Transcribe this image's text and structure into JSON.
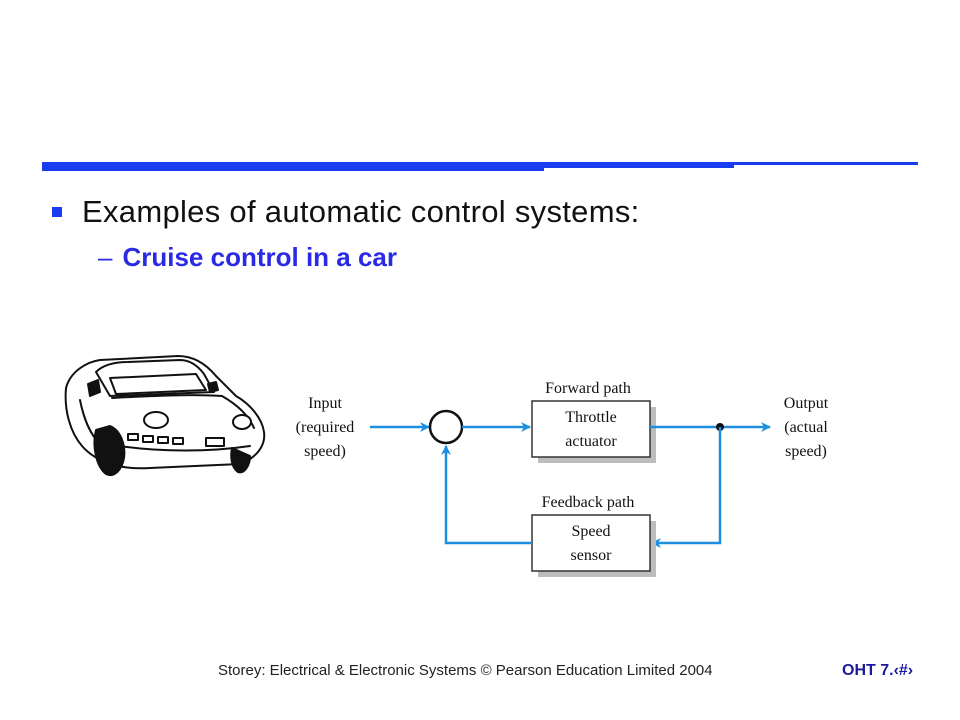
{
  "bullet": {
    "text": "Examples of automatic control systems:"
  },
  "sub_bullet": {
    "dash": "–",
    "text": "Cruise control in a car"
  },
  "diagram": {
    "input_label": [
      "Input",
      "(required",
      "speed)"
    ],
    "output_label": [
      "Output",
      "(actual",
      "speed)"
    ],
    "forward_path_label": "Forward path",
    "feedback_path_label": "Feedback path",
    "throttle_block": [
      "Throttle",
      "actuator"
    ],
    "sensor_block": [
      "Speed",
      "sensor"
    ]
  },
  "footer": {
    "text": "Storey: Electrical & Electronic Systems © Pearson Education Limited 2004",
    "slide_number": "OHT 7.‹#›"
  },
  "colors": {
    "title_bar": "#1a3cf0",
    "arrow": "#1c8fe0",
    "sub_bullet": "#2a2ae6"
  }
}
